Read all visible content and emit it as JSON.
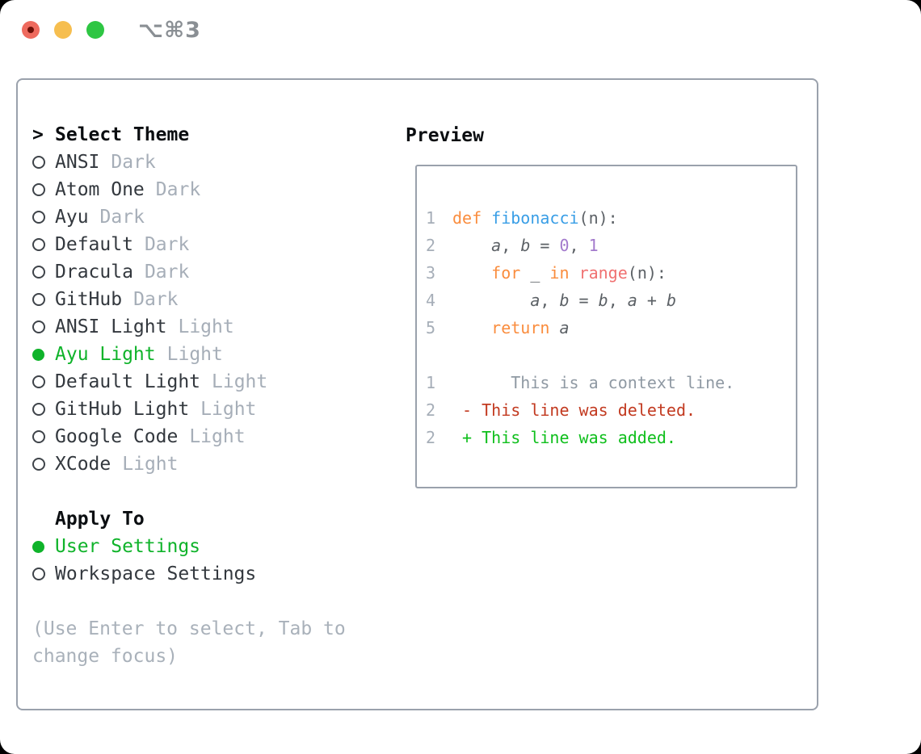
{
  "window": {
    "title": "⌥⌘3"
  },
  "theme_panel": {
    "header": {
      "prompt": ">",
      "label": "Select Theme"
    },
    "items": [
      {
        "name": "ANSI",
        "tag": "Dark",
        "selected": false
      },
      {
        "name": "Atom One",
        "tag": "Dark",
        "selected": false
      },
      {
        "name": "Ayu",
        "tag": "Dark",
        "selected": false
      },
      {
        "name": "Default",
        "tag": "Dark",
        "selected": false
      },
      {
        "name": "Dracula",
        "tag": "Dark",
        "selected": false
      },
      {
        "name": "GitHub",
        "tag": "Dark",
        "selected": false
      },
      {
        "name": "ANSI Light",
        "tag": "Light",
        "selected": false
      },
      {
        "name": "Ayu Light",
        "tag": "Light",
        "selected": true
      },
      {
        "name": "Default Light",
        "tag": "Light",
        "selected": false
      },
      {
        "name": "GitHub Light",
        "tag": "Light",
        "selected": false
      },
      {
        "name": "Google Code",
        "tag": "Light",
        "selected": false
      },
      {
        "name": "XCode",
        "tag": "Light",
        "selected": false
      }
    ],
    "apply_to": {
      "label": "Apply To",
      "options": [
        {
          "name": "User Settings",
          "selected": true
        },
        {
          "name": "Workspace Settings",
          "selected": false
        }
      ]
    },
    "help": {
      "line1": "(Use Enter to select, Tab to",
      "line2": "change focus)"
    }
  },
  "preview": {
    "label": "Preview",
    "code_lines": [
      {
        "num": "1",
        "tokens": [
          {
            "text": "def",
            "type": "keyword"
          },
          {
            "text": " ",
            "type": "plain"
          },
          {
            "text": "fibonacci",
            "type": "function"
          },
          {
            "text": "(n):",
            "type": "plain"
          }
        ]
      },
      {
        "num": "2",
        "tokens": [
          {
            "text": "    ",
            "type": "plain"
          },
          {
            "text": "a",
            "type": "variable"
          },
          {
            "text": ", ",
            "type": "plain"
          },
          {
            "text": "b",
            "type": "variable"
          },
          {
            "text": " = ",
            "type": "plain"
          },
          {
            "text": "0",
            "type": "number"
          },
          {
            "text": ", ",
            "type": "plain"
          },
          {
            "text": "1",
            "type": "number"
          }
        ]
      },
      {
        "num": "3",
        "tokens": [
          {
            "text": "    ",
            "type": "plain"
          },
          {
            "text": "for",
            "type": "keyword"
          },
          {
            "text": " _ ",
            "type": "plain"
          },
          {
            "text": "in",
            "type": "keyword"
          },
          {
            "text": " ",
            "type": "plain"
          },
          {
            "text": "range",
            "type": "builtin"
          },
          {
            "text": "(n):",
            "type": "plain"
          }
        ]
      },
      {
        "num": "4",
        "tokens": [
          {
            "text": "        ",
            "type": "plain"
          },
          {
            "text": "a",
            "type": "variable"
          },
          {
            "text": ", ",
            "type": "plain"
          },
          {
            "text": "b",
            "type": "variable"
          },
          {
            "text": " = ",
            "type": "plain"
          },
          {
            "text": "b",
            "type": "variable"
          },
          {
            "text": ", ",
            "type": "plain"
          },
          {
            "text": "a",
            "type": "variable"
          },
          {
            "text": " + ",
            "type": "plain"
          },
          {
            "text": "b",
            "type": "variable"
          }
        ]
      },
      {
        "num": "5",
        "tokens": [
          {
            "text": "    ",
            "type": "plain"
          },
          {
            "text": "return",
            "type": "keyword"
          },
          {
            "text": " ",
            "type": "plain"
          },
          {
            "text": "a",
            "type": "variable"
          }
        ]
      }
    ],
    "diff_lines": [
      {
        "num": "1",
        "text": "      This is a context line.",
        "type": "context"
      },
      {
        "num": "2",
        "text": " - This line was deleted.",
        "type": "deleted"
      },
      {
        "num": "2",
        "text": " + This line was added.",
        "type": "added"
      }
    ]
  },
  "colors": {
    "selection_green": "#0fb32a",
    "diff_added_green": "#0fbf1c",
    "diff_deleted_red": "#c23a20",
    "syntax_keyword": "#fa8d3e",
    "syntax_function": "#399ee6",
    "syntax_builtin": "#f07171",
    "syntax_number": "#a37acc",
    "syntax_plain": "#5c6166",
    "muted_gray": "#a6aeb8",
    "border_gray": "#9aa1ac"
  }
}
